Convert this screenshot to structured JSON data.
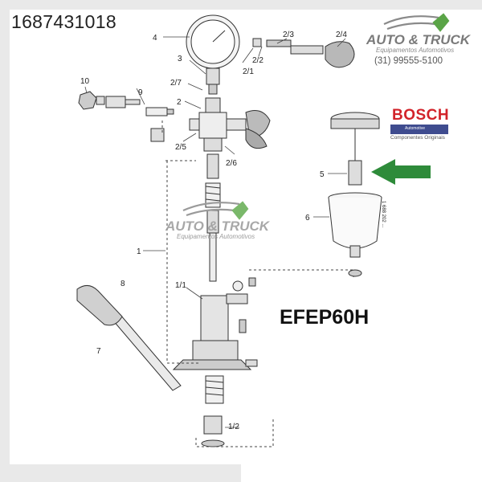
{
  "header": {
    "part_number": "1687431018"
  },
  "product": {
    "model": "EFEP60H"
  },
  "watermark": {
    "brand": "AUTO & TRUCK",
    "subtitle": "Equipamentos Automotivos",
    "phone": "(31) 99555-5100"
  },
  "manufacturer": {
    "name": "BOSCH",
    "tagline": "Automotive",
    "note": "Componentes Originais"
  },
  "diagram": {
    "callouts": [
      "1687431018",
      "1",
      "2",
      "3",
      "4",
      "5",
      "6",
      "7",
      "8",
      "9",
      "10",
      "1/1",
      "1/2",
      "2/1",
      "2/2",
      "2/3",
      "2/4",
      "2/5",
      "2/6",
      "2/7"
    ],
    "labels": {
      "c1": "1",
      "c2": "2",
      "c3": "3",
      "c4": "4",
      "c5": "5",
      "c6": "6",
      "c7": "7",
      "c8": "8",
      "c9": "9",
      "c10": "10",
      "c1_1": "1/1",
      "c1_2": "1/2",
      "c2_1": "2/1",
      "c2_2": "2/2",
      "c2_3": "2/3",
      "c2_4": "2/4",
      "c2_5": "2/5",
      "c2_6": "2/6",
      "c2_7": "2/7"
    },
    "vertical_code": "1 688 202 ..."
  },
  "colors": {
    "highlight_arrow": "#2e8b3a",
    "bosch_red": "#d2232a",
    "bosch_blue": "#3f4c8f",
    "brand_gray": "#7a7a7a",
    "brand_green": "#5aa447"
  }
}
